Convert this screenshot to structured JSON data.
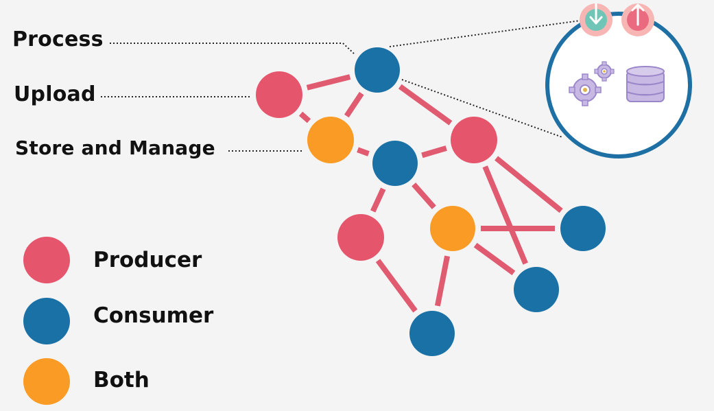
{
  "colors": {
    "producer": "#e5566d",
    "consumer": "#1a71a5",
    "both": "#f99b25",
    "edge": "#e05a70",
    "leader": "#222222",
    "zoom_ring": "#1e6fa3"
  },
  "labels": {
    "process": "Process",
    "upload": "Upload",
    "store": "Store and Manage"
  },
  "legend": {
    "producer": "Producer",
    "consumer": "Consumer",
    "both": "Both"
  },
  "nodes": [
    {
      "id": "n-process",
      "role": "consumer"
    },
    {
      "id": "n-upload",
      "role": "producer"
    },
    {
      "id": "n-store",
      "role": "both"
    },
    {
      "id": "n-center",
      "role": "consumer"
    },
    {
      "id": "n-right-top",
      "role": "producer"
    },
    {
      "id": "n-left-mid",
      "role": "producer"
    },
    {
      "id": "n-mid",
      "role": "both"
    },
    {
      "id": "n-far-right",
      "role": "consumer"
    },
    {
      "id": "n-right-bottom",
      "role": "consumer"
    },
    {
      "id": "n-bottom",
      "role": "consumer"
    }
  ],
  "edges": [
    [
      "n-upload",
      "n-process"
    ],
    [
      "n-upload",
      "n-store"
    ],
    [
      "n-store",
      "n-process"
    ],
    [
      "n-store",
      "n-center"
    ],
    [
      "n-process",
      "n-right-top"
    ],
    [
      "n-center",
      "n-right-top"
    ],
    [
      "n-center",
      "n-left-mid"
    ],
    [
      "n-center",
      "n-mid"
    ],
    [
      "n-right-top",
      "n-far-right"
    ],
    [
      "n-right-top",
      "n-right-bottom"
    ],
    [
      "n-mid",
      "n-far-right"
    ],
    [
      "n-mid",
      "n-right-bottom"
    ],
    [
      "n-mid",
      "n-bottom"
    ],
    [
      "n-left-mid",
      "n-bottom"
    ]
  ],
  "zoom_icons": [
    "download-icon",
    "upload-icon",
    "gears-icon",
    "database-icon"
  ]
}
